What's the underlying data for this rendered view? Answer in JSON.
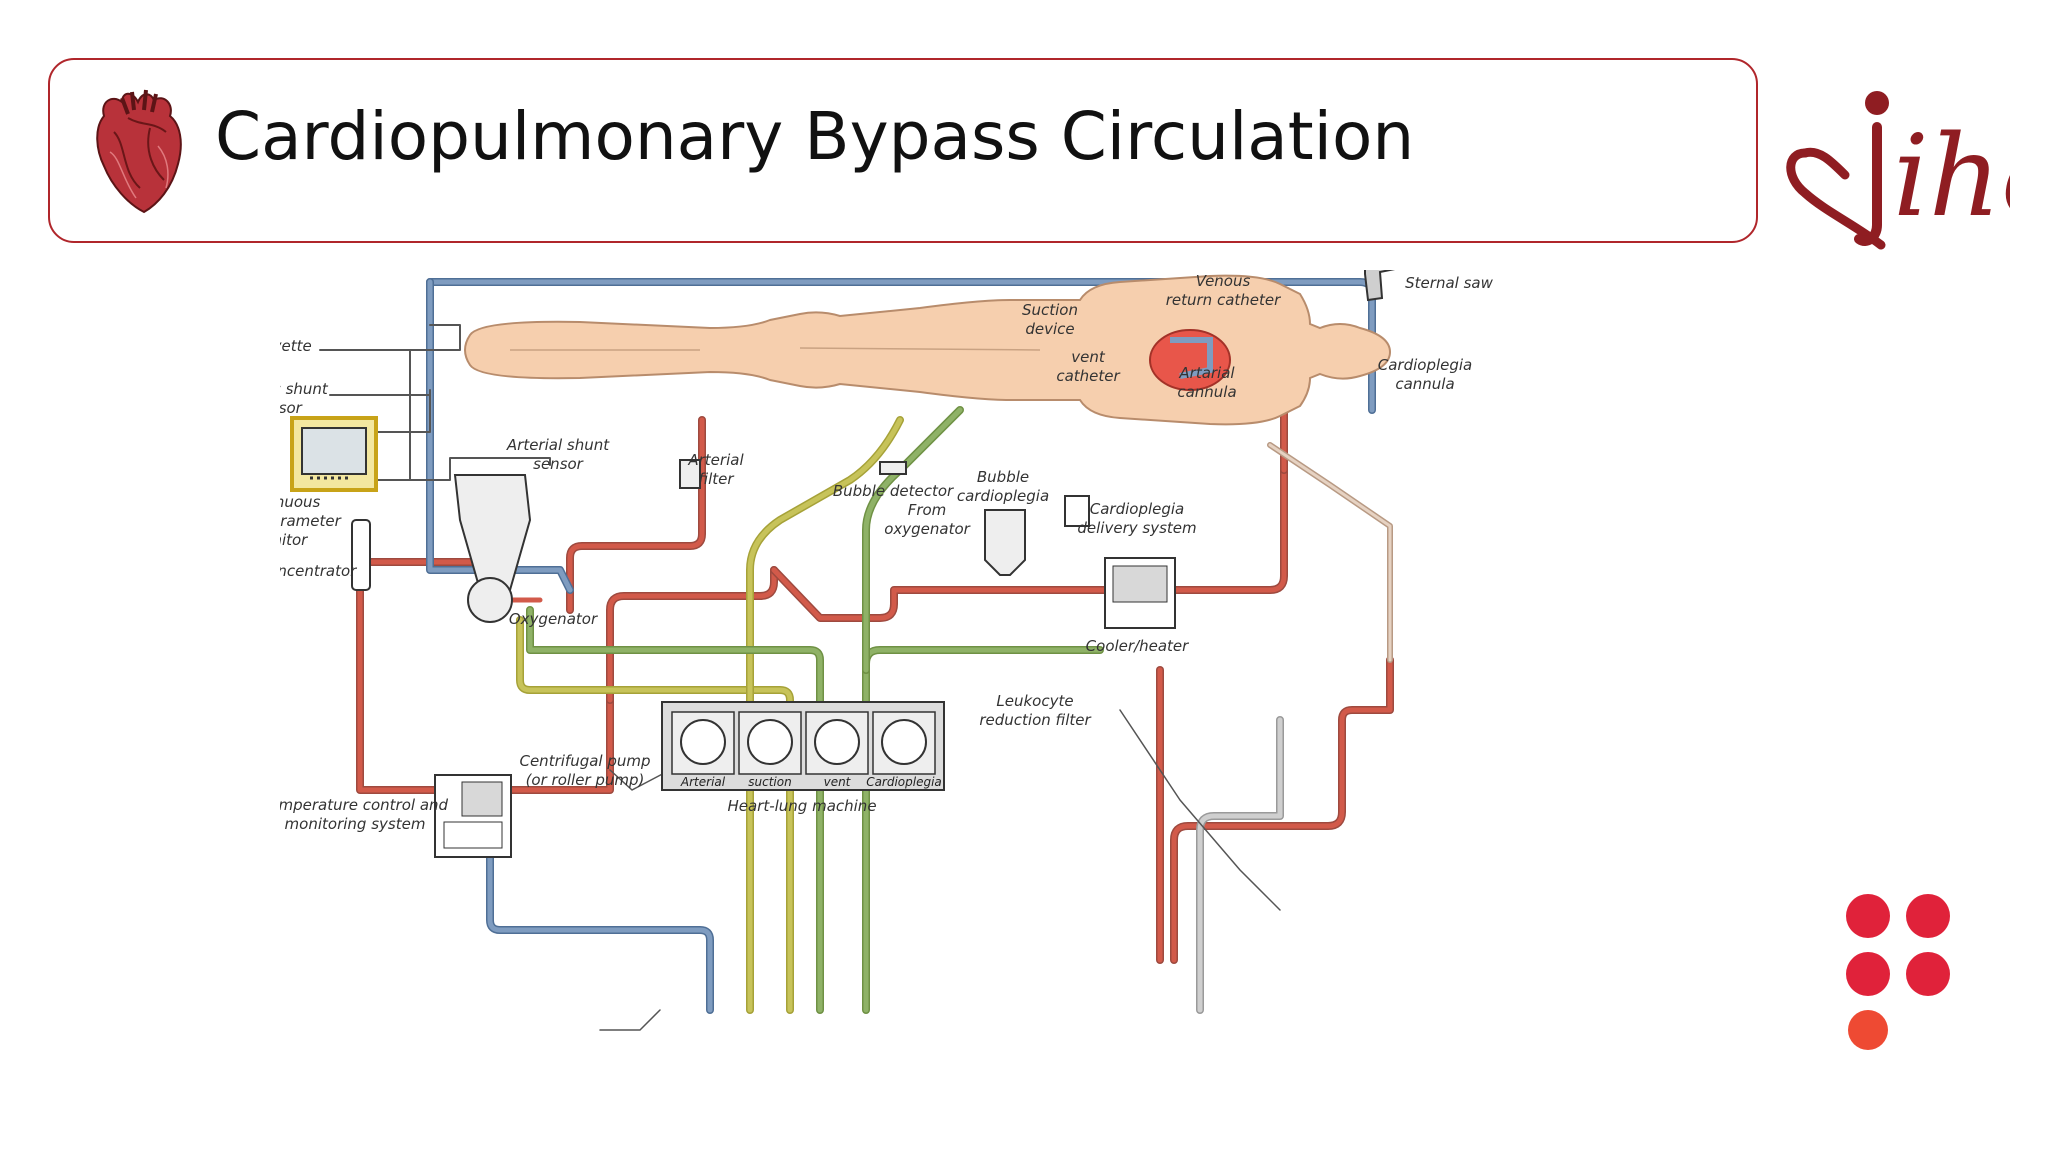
{
  "slide": {
    "title": "Cardiopulmonary Bypass Circulation",
    "logo_text": "ihc"
  },
  "icons": {
    "title_icon": "anatomical-heart-icon",
    "logo": "heart-person-logo",
    "dots": "red-dot-grid-icon"
  },
  "colors": {
    "accent": "#b0262b",
    "venous_line": "#7f9cc0",
    "arterial_line": "#d25a4a",
    "suction_line": "#c7c35a",
    "vent_line": "#8fb267",
    "cardioplegia_line": "#d8b8a0",
    "body": "#f6cfae"
  },
  "diagram": {
    "labels": {
      "venous_return_catheter": [
        "Venous",
        "return catheter"
      ],
      "sternal_saw": "Sternal saw",
      "suction_device": [
        "Suction",
        "device"
      ],
      "vent_catheter": [
        "vent",
        "catheter"
      ],
      "arterial_cannula": [
        "Artarial",
        "cannula"
      ],
      "cardioplegia_cannula": [
        "Cardioplegia",
        "cannula"
      ],
      "hs_cuvette": "H/S cuvette",
      "venous_shunt_sensor": [
        "Venous shunt",
        "sensor"
      ],
      "arterial_shunt_sensor": [
        "Arterial shunt",
        "sensor"
      ],
      "arterial_filter": [
        "Arterial",
        "filter"
      ],
      "bubble_detector": "Bubble detector",
      "bubble_cardioplegia": [
        "Bubble",
        "cardioplegia"
      ],
      "cardioplegia_delivery": [
        "Cardioplegia",
        "delivery system"
      ],
      "continuous_monitor": [
        "Continuous",
        "blood parameter",
        "monitor"
      ],
      "from_oxygenator": [
        "From",
        "oxygenator"
      ],
      "hemoconcentrator": "Hemoconcentrator",
      "oxygenator": "Oxygenator",
      "cooler_heater": "Cooler/heater",
      "leukocyte_filter": [
        "Leukocyte",
        "reduction filter"
      ],
      "centrifugal_pump": [
        "Centrifugal pump",
        "(or roller pump)"
      ],
      "temperature_control": [
        "Temperature control and",
        "monitoring system"
      ],
      "heart_lung_machine": "Heart-lung machine"
    },
    "pump_labels": [
      "Arterial",
      "suction",
      "vent",
      "Cardioplegia"
    ]
  }
}
